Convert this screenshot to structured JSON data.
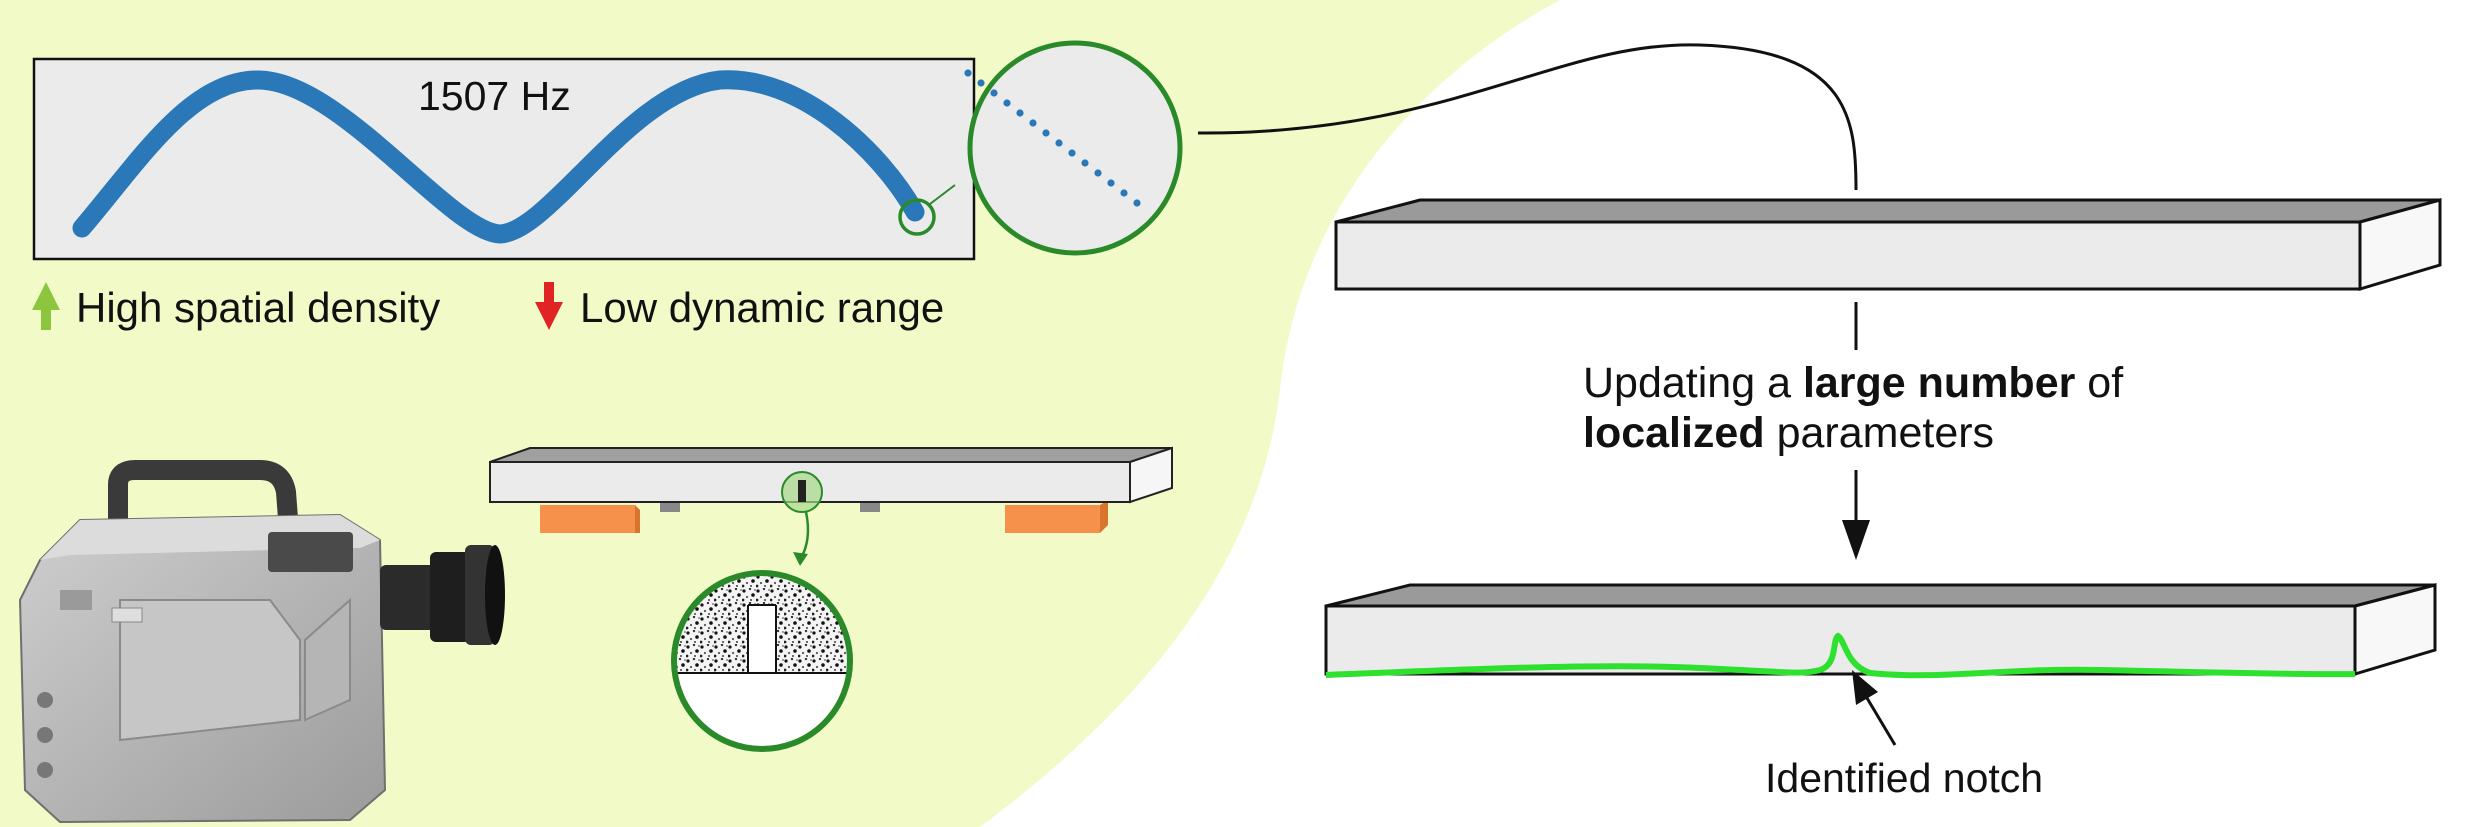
{
  "signal_panel": {
    "frequency_label": "1507 Hz",
    "sine_color": "#2a78b8"
  },
  "pros_cons": {
    "pro_text": "High spatial density",
    "con_text": "Low dynamic range",
    "pro_arrow_color": "#8cc63f",
    "con_arrow_color": "#e02424"
  },
  "update_note": {
    "prefix": "Updating a ",
    "bold_1": "large number",
    "mid": " of",
    "bold_2": "localized",
    "suffix": " parameters"
  },
  "notch_label": "Identified notch",
  "colors": {
    "background_left": "#f2fbc8",
    "mode_shape_green": "#2ee12e",
    "support_orange": "#f5914a",
    "beam_face": "#e6e6e6",
    "beam_top": "#9a9a9a",
    "zoom_ring": "#2a8a2a"
  },
  "icons": {
    "camera": "high-speed-camera-icon",
    "speckle": "speckle-pattern-icon"
  }
}
